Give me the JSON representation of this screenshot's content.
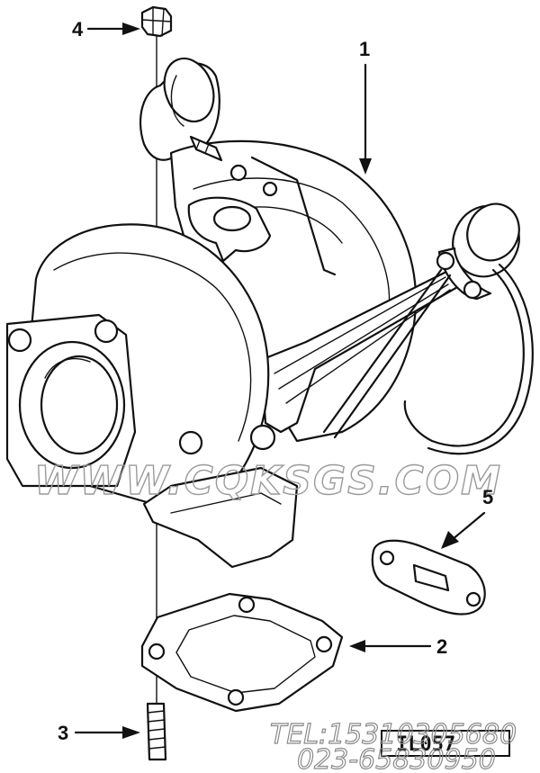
{
  "callouts": [
    {
      "id": "1",
      "label": "1"
    },
    {
      "id": "2",
      "label": "2"
    },
    {
      "id": "3",
      "label": "3"
    },
    {
      "id": "4",
      "label": "4"
    },
    {
      "id": "5",
      "label": "5"
    }
  ],
  "figure_number": "IL057",
  "watermark": {
    "site": "WWW.CQKSGS.COM",
    "tel": "TEL:15310305680",
    "phone": "023-65830950"
  }
}
